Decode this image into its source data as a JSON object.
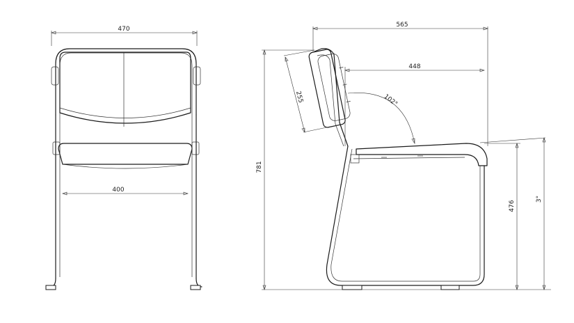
{
  "front_view": {
    "width_label": "470",
    "seat_width_label": "400"
  },
  "side_view": {
    "depth_label": "565",
    "seat_depth_label": "448",
    "height_label": "781",
    "seat_height_label": "476",
    "backrest_height_label": "255",
    "back_angle_label": "102°",
    "seat_tilt_label": "3°"
  },
  "colors": {
    "line": "#1a1a1a",
    "background": "#ffffff"
  }
}
